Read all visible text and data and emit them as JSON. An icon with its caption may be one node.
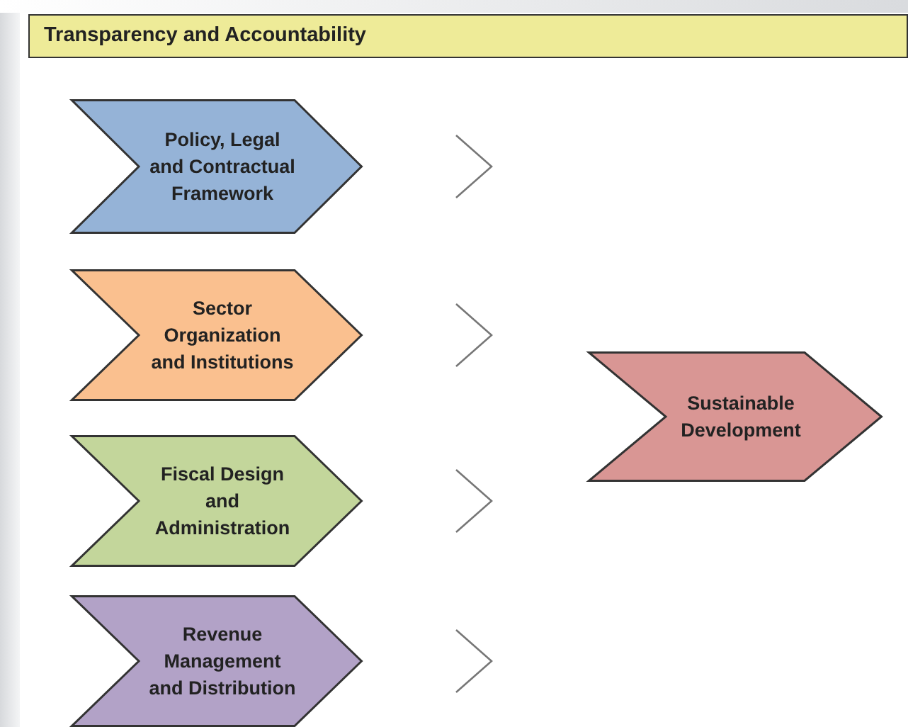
{
  "diagram": {
    "nodes": [
      {
        "text": [
          "Transparency and Accountability"
        ]
      },
      {
        "text": [
          "Policy, Legal and Contractual Framework"
        ]
      },
      {
        "text": [
          "Sector Organization and Institutions"
        ]
      },
      {
        "text": [
          "Fiscal Design and Administration"
        ]
      },
      {
        "text": [
          "Revenue Management and Distribution"
        ]
      },
      {
        "text": [
          "Sustainable Development"
        ]
      }
    ]
  }
}
